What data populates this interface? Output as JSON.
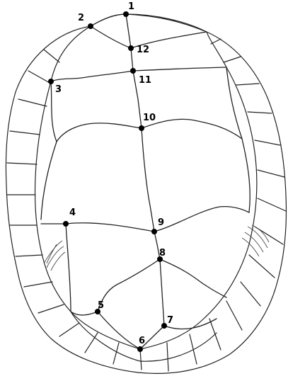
{
  "diagram": {
    "colors": {
      "line": "#222222",
      "point": "#000000",
      "background": "#ffffff"
    },
    "landmarks": [
      {
        "id": "1",
        "label": "1"
      },
      {
        "id": "2",
        "label": "2"
      },
      {
        "id": "3",
        "label": "3"
      },
      {
        "id": "4",
        "label": "4"
      },
      {
        "id": "5",
        "label": "5"
      },
      {
        "id": "6",
        "label": "6"
      },
      {
        "id": "7",
        "label": "7"
      },
      {
        "id": "8",
        "label": "8"
      },
      {
        "id": "9",
        "label": "9"
      },
      {
        "id": "10",
        "label": "10"
      },
      {
        "id": "11",
        "label": "11"
      },
      {
        "id": "12",
        "label": "12"
      }
    ]
  }
}
